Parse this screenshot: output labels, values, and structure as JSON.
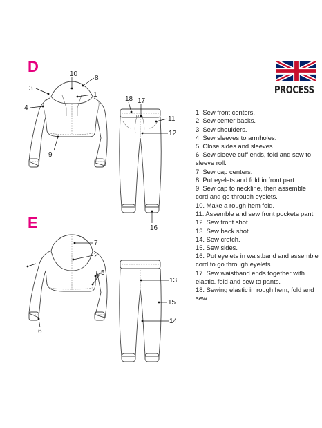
{
  "sections": {
    "d": "D",
    "e": "E"
  },
  "header": {
    "process_label": "PROCESS",
    "flag_icon": "uk-flag-icon"
  },
  "colors": {
    "section_letter": "#e6007e",
    "flag_blue": "#012169",
    "flag_red": "#c8102e"
  },
  "callouts_d": [
    "1",
    "3",
    "4",
    "8",
    "9",
    "10",
    "11",
    "12",
    "16",
    "17",
    "18"
  ],
  "callouts_e": [
    "2",
    "5",
    "6",
    "7",
    "13",
    "14",
    "15"
  ],
  "steps": [
    "1. Sew front centers.",
    "2. Sew center backs.",
    "3. Sew shoulders.",
    "4. Sew sleeves to armholes.",
    "5. Close sides and sleeves.",
    "6. Sew sleeve cuff ends, fold and sew to sleeve roll.",
    "7. Sew cap centers.",
    "8. Put eyelets and fold in front part.",
    "9. Sew cap to neckline, then assemble cord and go through eyelets.",
    "10. Make a rough hem fold.",
    "11. Assemble and sew front pockets pant.",
    "12. Sew front shot.",
    "13. Sew back shot.",
    "14. Sew crotch.",
    "15. Sew sides.",
    "16. Put eyelets in waistband and assemble cord to go through eyelets.",
    "17. Sew waistband ends together with elastic. fold and sew to pants.",
    "18. Sewing elastic in rough hem, fold and sew."
  ]
}
